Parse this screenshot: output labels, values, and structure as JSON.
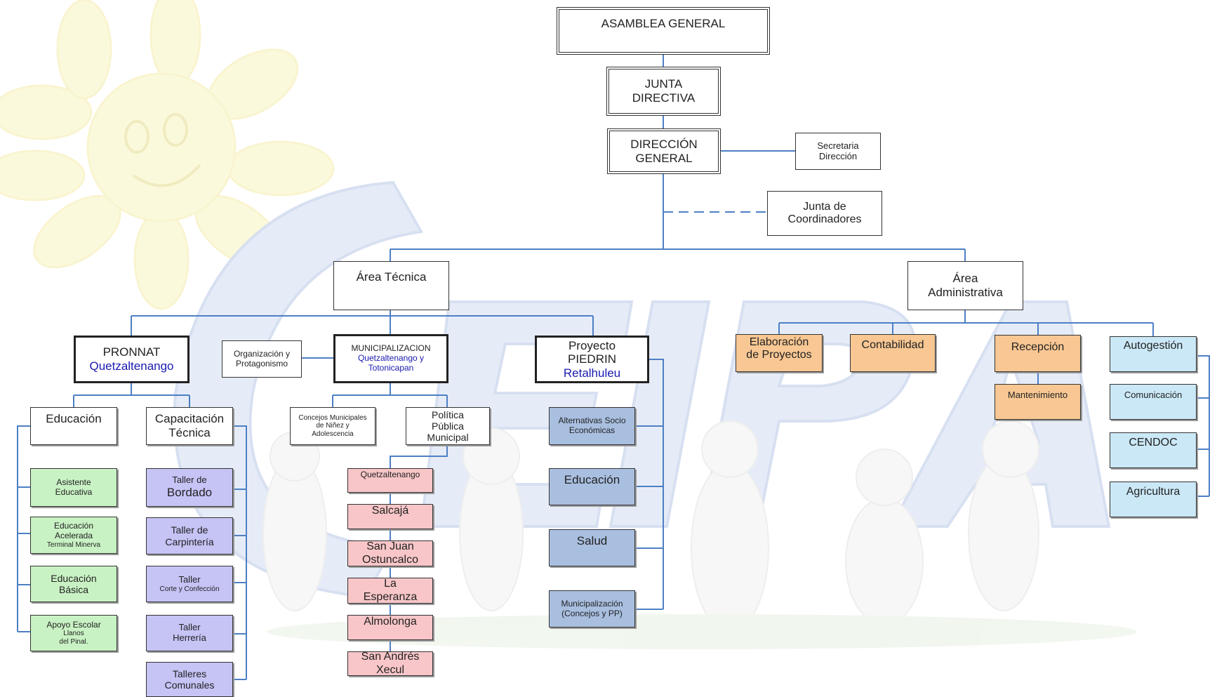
{
  "chart": {
    "nodes": {
      "asamblea": "ASAMBLEA GENERAL",
      "junta_directiva": [
        "JUNTA",
        "DIRECTIVA"
      ],
      "direccion": [
        "DIRECCIÓN",
        "GENERAL"
      ],
      "secretaria": [
        "Secretaria",
        "Dirección"
      ],
      "junta_coord": [
        "Junta de",
        "Coordinadores"
      ],
      "area_tecnica": "Área Técnica",
      "area_admin": [
        "Área",
        "Administrativa"
      ],
      "pronnat": [
        "PRONNAT",
        "Quetzaltenango"
      ],
      "organizacion": [
        "Organización y",
        "Protagonismo"
      ],
      "municipalizacion": [
        "MUNICIPALIZACION",
        "Quetzaltenango y",
        "Totonicapan"
      ],
      "piedrin": [
        "Proyecto",
        "PIEDRIN",
        "Retalhuleu"
      ],
      "educacion": "Educación",
      "capacitacion": [
        "Capacitación",
        "Técnica"
      ],
      "concejos": [
        "Concejos Municipales",
        "de Niñez y",
        "Adolescencia"
      ],
      "politica": [
        "Política",
        "Pública",
        "Municipal"
      ],
      "asistente": [
        "Asistente",
        "Educativa"
      ],
      "acelerada": [
        "Educación",
        "Acelerada",
        "Terminal Minerva"
      ],
      "basica": [
        "Educación",
        "Básica"
      ],
      "apoyo": [
        "Apoyo Escolar",
        "Llanos",
        "del Pinal."
      ],
      "bordado": [
        "Taller de",
        "Bordado"
      ],
      "carpinteria": [
        "Taller de",
        "Carpintería"
      ],
      "corte": [
        "Taller",
        "Corte y Confección"
      ],
      "herreria": [
        "Taller",
        "Herrería"
      ],
      "comunales": [
        "Talleres",
        "Comunales"
      ],
      "quetzaltenango": "Quetzaltenango",
      "salcaja": "Salcajá",
      "san_juan": [
        "San Juan",
        "Ostuncalco"
      ],
      "la_esperanza": [
        "La",
        "Esperanza"
      ],
      "almolonga": "Almolonga",
      "san_andres": [
        "San Andrés",
        "Xecul"
      ],
      "alternativas": [
        "Alternativas Socio",
        "Económicas"
      ],
      "educacion_p": "Educación",
      "salud": "Salud",
      "municipalizacion_p": [
        "Municipalización",
        "(Concejos y PP)"
      ],
      "elaboracion": [
        "Elaboración",
        "de Proyectos"
      ],
      "contabilidad": "Contabilidad",
      "recepcion": "Recepción",
      "mantenimiento": "Mantenimiento",
      "autogestion": "Autogestión",
      "comunicacion": "Comunicación",
      "cendoc": "CENDOC",
      "agricultura": "Agricultura"
    }
  },
  "background": {
    "watermark": "CEIPA"
  },
  "colors": {
    "line": "#4d7fc4",
    "green": "#c9f2c4",
    "purple": "#c6c3f5",
    "pink": "#f8c6c8",
    "bluegray": "#a9bfe0",
    "orange": "#f8c793",
    "cyan": "#cbe8f7"
  }
}
